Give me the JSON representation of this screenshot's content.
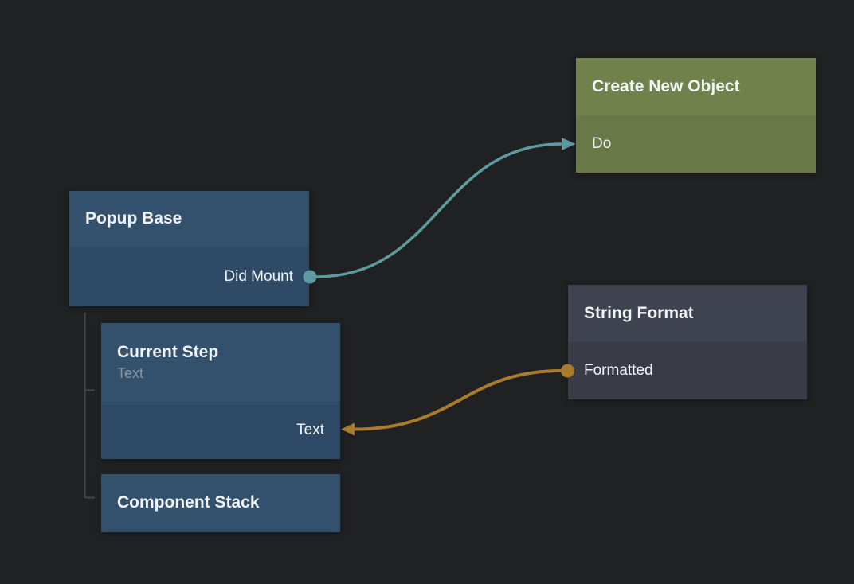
{
  "canvas": {
    "background": "#202122"
  },
  "colors": {
    "blue_node_header": "#33506D",
    "blue_node_body": "#2E4A67",
    "green_node_header": "#71814B",
    "green_node_body": "#687846",
    "gray_node_header": "#3F434F",
    "gray_node_body": "#393C47",
    "signal_wire": "#5E9BA1",
    "string_wire": "#A87C2C",
    "hierarchy_line": "#454748",
    "title_text": "#F1F3F5",
    "subtitle_text": "#8A93A2"
  },
  "nodes": [
    {
      "id": "create-new-object",
      "title": "Create New Object",
      "theme": "green",
      "ports": [
        {
          "label": "Do",
          "direction": "input",
          "side": "left",
          "type": "signal"
        }
      ]
    },
    {
      "id": "popup-base",
      "title": "Popup Base",
      "theme": "blue",
      "ports": [
        {
          "label": "Did Mount",
          "direction": "output",
          "side": "right",
          "type": "signal"
        }
      ]
    },
    {
      "id": "string-format",
      "title": "String Format",
      "theme": "gray",
      "ports": [
        {
          "label": "Formatted",
          "direction": "output",
          "side": "left",
          "type": "string"
        }
      ]
    },
    {
      "id": "current-step",
      "title": "Current Step",
      "subtitle": "Text",
      "theme": "blue",
      "ports": [
        {
          "label": "Text",
          "direction": "input",
          "side": "right",
          "type": "string"
        }
      ]
    },
    {
      "id": "component-stack",
      "title": "Component Stack",
      "theme": "blue",
      "ports": []
    }
  ],
  "connections": [
    {
      "from": "popup-base.Did Mount",
      "to": "create-new-object.Do",
      "color": "#5E9BA1",
      "type": "signal"
    },
    {
      "from": "string-format.Formatted",
      "to": "current-step.Text",
      "color": "#A87C2C",
      "type": "string"
    }
  ],
  "hierarchy": [
    {
      "parent": "popup-base",
      "children": [
        "current-step",
        "component-stack"
      ]
    }
  ]
}
